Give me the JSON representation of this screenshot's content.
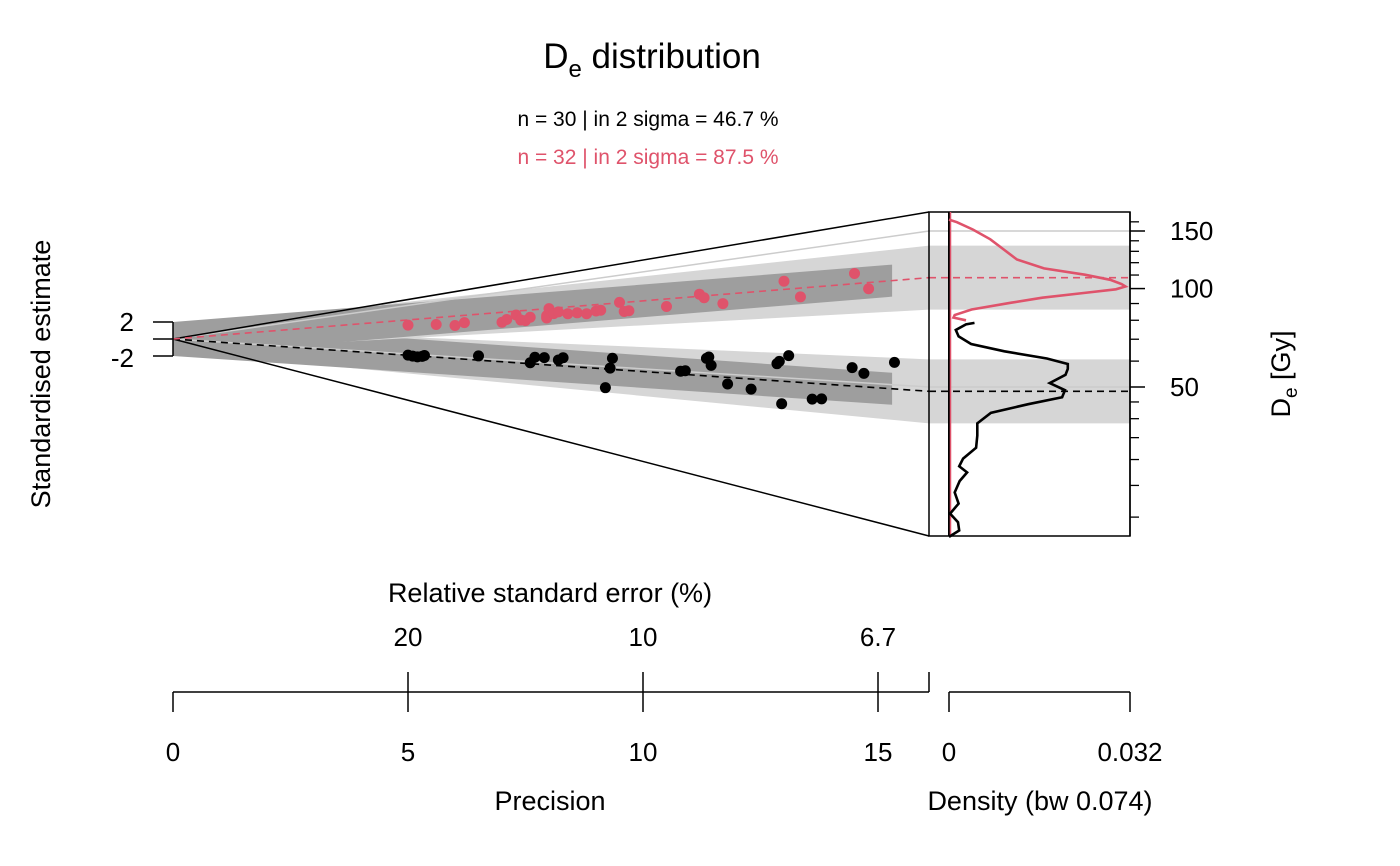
{
  "chart_data": {
    "type": "scatter",
    "subtype": "abanico plot",
    "title": "D",
    "title_subscript": "e",
    "title_rest": " distribution",
    "stats": [
      {
        "text": "n = 30 | in 2 sigma = 46.7 %",
        "color": "#000000"
      },
      {
        "text": "n = 32 | in 2 sigma = 87.5 %",
        "color": "#DF536B"
      }
    ],
    "ylabel_left": "Standardised estimate",
    "z_ticks": [
      "2",
      "-2"
    ],
    "ylabel_right_main": "D",
    "ylabel_right_sub": "e",
    "ylabel_right_rest": " [Gy]",
    "de_ticks": [
      {
        "value": 150,
        "label": "150"
      },
      {
        "value": 100,
        "label": "100"
      },
      {
        "value": 50,
        "label": "50"
      }
    ],
    "de_minor_ticks": [
      20,
      25,
      30,
      35,
      40,
      45,
      60,
      70,
      80,
      90,
      110,
      120,
      130,
      140,
      160
    ],
    "de_range": [
      17.4,
      163
    ],
    "rse_label": "Relative standard error (%)",
    "rse_ticks": [
      {
        "label": "20",
        "precision": 5
      },
      {
        "label": "10",
        "precision": 10
      },
      {
        "label": "6.7",
        "precision": 15
      }
    ],
    "precision_label": "Precision",
    "precision_ticks": [
      0,
      5,
      10,
      15
    ],
    "precision_range": [
      0,
      16.1
    ],
    "density_label": "Density (bw 0.074)",
    "density_ticks": [
      "0",
      "0.032"
    ],
    "density_max": 0.032,
    "colors": {
      "series1": "#000000",
      "series2": "#DF536B",
      "band": "#9E9E9E",
      "band_light": "#D6D6D6",
      "grid": "#CCCCCC"
    },
    "central_values": {
      "series1": 48.5,
      "series2": 108
    },
    "series": [
      {
        "name": "",
        "color": "#000000",
        "central_value": 48.5,
        "points": [
          {
            "precision": 5.0,
            "de": 48.7
          },
          {
            "precision": 5.1,
            "de": 47.9
          },
          {
            "precision": 5.2,
            "de": 47.5
          },
          {
            "precision": 5.3,
            "de": 48.4
          },
          {
            "precision": 5.35,
            "de": 49.5
          },
          {
            "precision": 6.5,
            "de": 52.2
          },
          {
            "precision": 7.6,
            "de": 49.2
          },
          {
            "precision": 7.7,
            "de": 53.6
          },
          {
            "precision": 7.9,
            "de": 53.7
          },
          {
            "precision": 8.2,
            "de": 52.5
          },
          {
            "precision": 8.3,
            "de": 54.3
          },
          {
            "precision": 9.2,
            "de": 38.5
          },
          {
            "precision": 9.3,
            "de": 49.2
          },
          {
            "precision": 9.35,
            "de": 55.5
          },
          {
            "precision": 10.8,
            "de": 50.0
          },
          {
            "precision": 10.9,
            "de": 50.4
          },
          {
            "precision": 11.35,
            "de": 57.8
          },
          {
            "precision": 11.4,
            "de": 58.6
          },
          {
            "precision": 11.45,
            "de": 54.0
          },
          {
            "precision": 11.8,
            "de": 45.5
          },
          {
            "precision": 12.3,
            "de": 44.2
          },
          {
            "precision": 12.85,
            "de": 56.4
          },
          {
            "precision": 12.9,
            "de": 57.6
          },
          {
            "precision": 12.95,
            "de": 39.8
          },
          {
            "precision": 13.1,
            "de": 60.7
          },
          {
            "precision": 13.6,
            "de": 42.5
          },
          {
            "precision": 13.8,
            "de": 42.9
          },
          {
            "precision": 14.45,
            "de": 56.0
          },
          {
            "precision": 14.7,
            "de": 53.8
          },
          {
            "precision": 15.35,
            "de": 59.0
          }
        ]
      },
      {
        "name": "",
        "color": "#DF536B",
        "central_value": 108,
        "points": [
          {
            "precision": 5.0,
            "de": 96.0
          },
          {
            "precision": 5.6,
            "de": 94.0
          },
          {
            "precision": 6.0,
            "de": 90.5
          },
          {
            "precision": 6.2,
            "de": 94.5
          },
          {
            "precision": 7.0,
            "de": 92.0
          },
          {
            "precision": 7.1,
            "de": 95.7
          },
          {
            "precision": 7.3,
            "de": 101.8
          },
          {
            "precision": 7.4,
            "de": 93.7
          },
          {
            "precision": 7.5,
            "de": 92.5
          },
          {
            "precision": 7.6,
            "de": 97.0
          },
          {
            "precision": 7.95,
            "de": 94.5
          },
          {
            "precision": 7.95,
            "de": 97.6
          },
          {
            "precision": 8.0,
            "de": 107.8
          },
          {
            "precision": 8.1,
            "de": 100.0
          },
          {
            "precision": 8.2,
            "de": 102.0
          },
          {
            "precision": 8.4,
            "de": 98.5
          },
          {
            "precision": 8.6,
            "de": 99.0
          },
          {
            "precision": 8.8,
            "de": 97.0
          },
          {
            "precision": 9.0,
            "de": 99.7
          },
          {
            "precision": 9.1,
            "de": 100.3
          },
          {
            "precision": 9.5,
            "de": 108.5
          },
          {
            "precision": 9.6,
            "de": 97.0
          },
          {
            "precision": 9.7,
            "de": 97.5
          },
          {
            "precision": 10.5,
            "de": 99.5
          },
          {
            "precision": 11.2,
            "de": 110.3
          },
          {
            "precision": 11.3,
            "de": 106.0
          },
          {
            "precision": 11.7,
            "de": 98.8
          },
          {
            "precision": 13.0,
            "de": 116.0
          },
          {
            "precision": 13.35,
            "de": 100.2
          },
          {
            "precision": 14.5,
            "de": 117.0
          },
          {
            "precision": 14.8,
            "de": 103.0
          }
        ]
      }
    ],
    "density_curves": [
      {
        "color": "#000000",
        "points": [
          {
            "de": 17.4,
            "density": 0.0
          },
          {
            "de": 18.2,
            "density": 0.0018
          },
          {
            "de": 19.3,
            "density": 0.0016
          },
          {
            "de": 20.5,
            "density": 0.0002
          },
          {
            "de": 22.0,
            "density": 0.0017
          },
          {
            "de": 23.8,
            "density": 0.001
          },
          {
            "de": 25.8,
            "density": 0.0019
          },
          {
            "de": 27.4,
            "density": 0.0032
          },
          {
            "de": 28.6,
            "density": 0.0018
          },
          {
            "de": 30.2,
            "density": 0.0025
          },
          {
            "de": 32.6,
            "density": 0.0048
          },
          {
            "de": 35.5,
            "density": 0.005
          },
          {
            "de": 38.7,
            "density": 0.005
          },
          {
            "de": 41.7,
            "density": 0.0074
          },
          {
            "de": 44.3,
            "density": 0.014
          },
          {
            "de": 46.5,
            "density": 0.02
          },
          {
            "de": 48.9,
            "density": 0.0205
          },
          {
            "de": 51.4,
            "density": 0.0178
          },
          {
            "de": 54.5,
            "density": 0.0206
          },
          {
            "de": 56.8,
            "density": 0.021
          },
          {
            "de": 58.8,
            "density": 0.021
          },
          {
            "de": 61.1,
            "density": 0.0173
          },
          {
            "de": 64.3,
            "density": 0.0098
          },
          {
            "de": 67.7,
            "density": 0.0039
          },
          {
            "de": 71.4,
            "density": 0.0017
          },
          {
            "de": 74.7,
            "density": 0.0012
          },
          {
            "de": 77.7,
            "density": 0.003
          },
          {
            "de": 78.5,
            "density": 0.0045
          }
        ]
      },
      {
        "color": "#DF536B",
        "points": [
          {
            "de": 80.0,
            "density": 0.003
          },
          {
            "de": 81.5,
            "density": 0.0008
          },
          {
            "de": 83.0,
            "density": 0.001
          },
          {
            "de": 86.3,
            "density": 0.004
          },
          {
            "de": 90.5,
            "density": 0.011
          },
          {
            "de": 93.8,
            "density": 0.0165
          },
          {
            "de": 96.9,
            "density": 0.0238
          },
          {
            "de": 99.5,
            "density": 0.0295
          },
          {
            "de": 101.5,
            "density": 0.0312
          },
          {
            "de": 103.3,
            "density": 0.0305
          },
          {
            "de": 106.4,
            "density": 0.0285
          },
          {
            "de": 110.3,
            "density": 0.024
          },
          {
            "de": 115.3,
            "density": 0.0168
          },
          {
            "de": 122.7,
            "density": 0.012
          },
          {
            "de": 131.2,
            "density": 0.0098
          },
          {
            "de": 141.5,
            "density": 0.0073
          },
          {
            "de": 151.6,
            "density": 0.0042
          },
          {
            "de": 159.6,
            "density": 0.0014
          },
          {
            "de": 162.5,
            "density": 0.0
          }
        ]
      }
    ]
  }
}
